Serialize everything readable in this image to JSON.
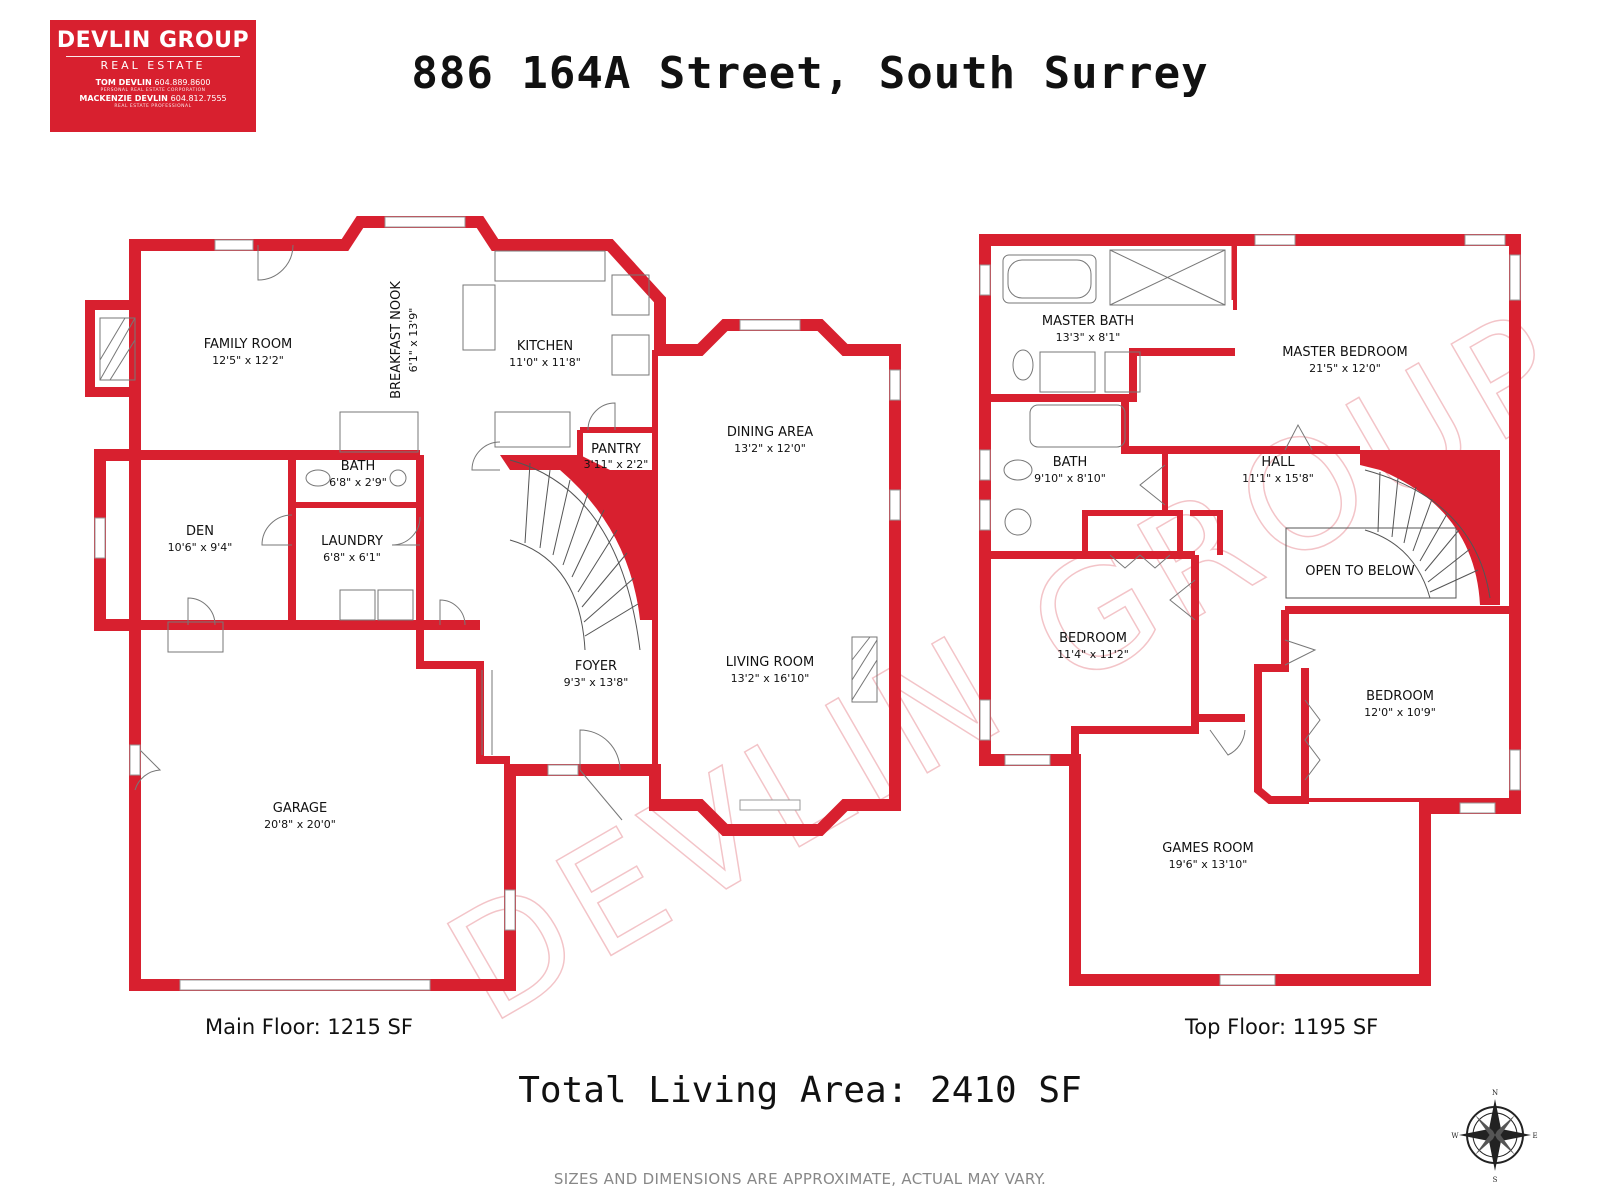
{
  "logo": {
    "name": "DEVLIN GROUP",
    "subtitle": "REAL ESTATE",
    "agent1_name": "TOM DEVLIN",
    "agent1_phone": "604.889.8600",
    "agent1_role": "PERSONAL REAL ESTATE CORPORATION",
    "agent2_name": "MACKENZIE DEVLIN",
    "agent2_phone": "604.812.7555",
    "agent2_role": "REAL ESTATE PROFESSIONAL",
    "color": "#d8202f"
  },
  "title": "886 164A Street, South Surrey",
  "watermark": "DEVLIN GROUP",
  "main_floor": {
    "label": "Main Floor: 1215 SF",
    "rooms": [
      {
        "name": "FAMILY ROOM",
        "dims": "12'5\" x 12'2\""
      },
      {
        "name": "BREAKFAST NOOK",
        "dims": "6'1\" x 13'9\""
      },
      {
        "name": "KITCHEN",
        "dims": "11'0\" x 11'8\""
      },
      {
        "name": "DINING AREA",
        "dims": "13'2\" x 12'0\""
      },
      {
        "name": "PANTRY",
        "dims": "3'11\" x 2'2\""
      },
      {
        "name": "BATH",
        "dims": "6'8\" x 2'9\""
      },
      {
        "name": "DEN",
        "dims": "10'6\" x 9'4\""
      },
      {
        "name": "LAUNDRY",
        "dims": "6'8\" x 6'1\""
      },
      {
        "name": "FOYER",
        "dims": "9'3\" x 13'8\""
      },
      {
        "name": "LIVING ROOM",
        "dims": "13'2\" x 16'10\""
      },
      {
        "name": "GARAGE",
        "dims": "20'8\" x 20'0\""
      }
    ]
  },
  "top_floor": {
    "label": "Top Floor: 1195 SF",
    "rooms": [
      {
        "name": "MASTER BATH",
        "dims": "13'3\" x 8'1\""
      },
      {
        "name": "MASTER BEDROOM",
        "dims": "21'5\" x 12'0\""
      },
      {
        "name": "BATH",
        "dims": "9'10\" x 8'10\""
      },
      {
        "name": "HALL",
        "dims": "11'1\" x 15'8\""
      },
      {
        "name": "OPEN TO BELOW",
        "dims": ""
      },
      {
        "name": "BEDROOM",
        "dims": "11'4\" x 11'2\""
      },
      {
        "name": "BEDROOM",
        "dims": "12'0\" x 10'9\""
      },
      {
        "name": "GAMES ROOM",
        "dims": "19'6\" x 13'10\""
      }
    ]
  },
  "total_area": "Total Living Area: 2410 SF",
  "disclaimer": "SIZES AND DIMENSIONS ARE APPROXIMATE, ACTUAL MAY VARY.",
  "compass": {
    "n": "N",
    "s": "S",
    "e": "E",
    "w": "W"
  },
  "colors": {
    "wall": "#d8202f",
    "watermark": "#f3c4c8"
  }
}
